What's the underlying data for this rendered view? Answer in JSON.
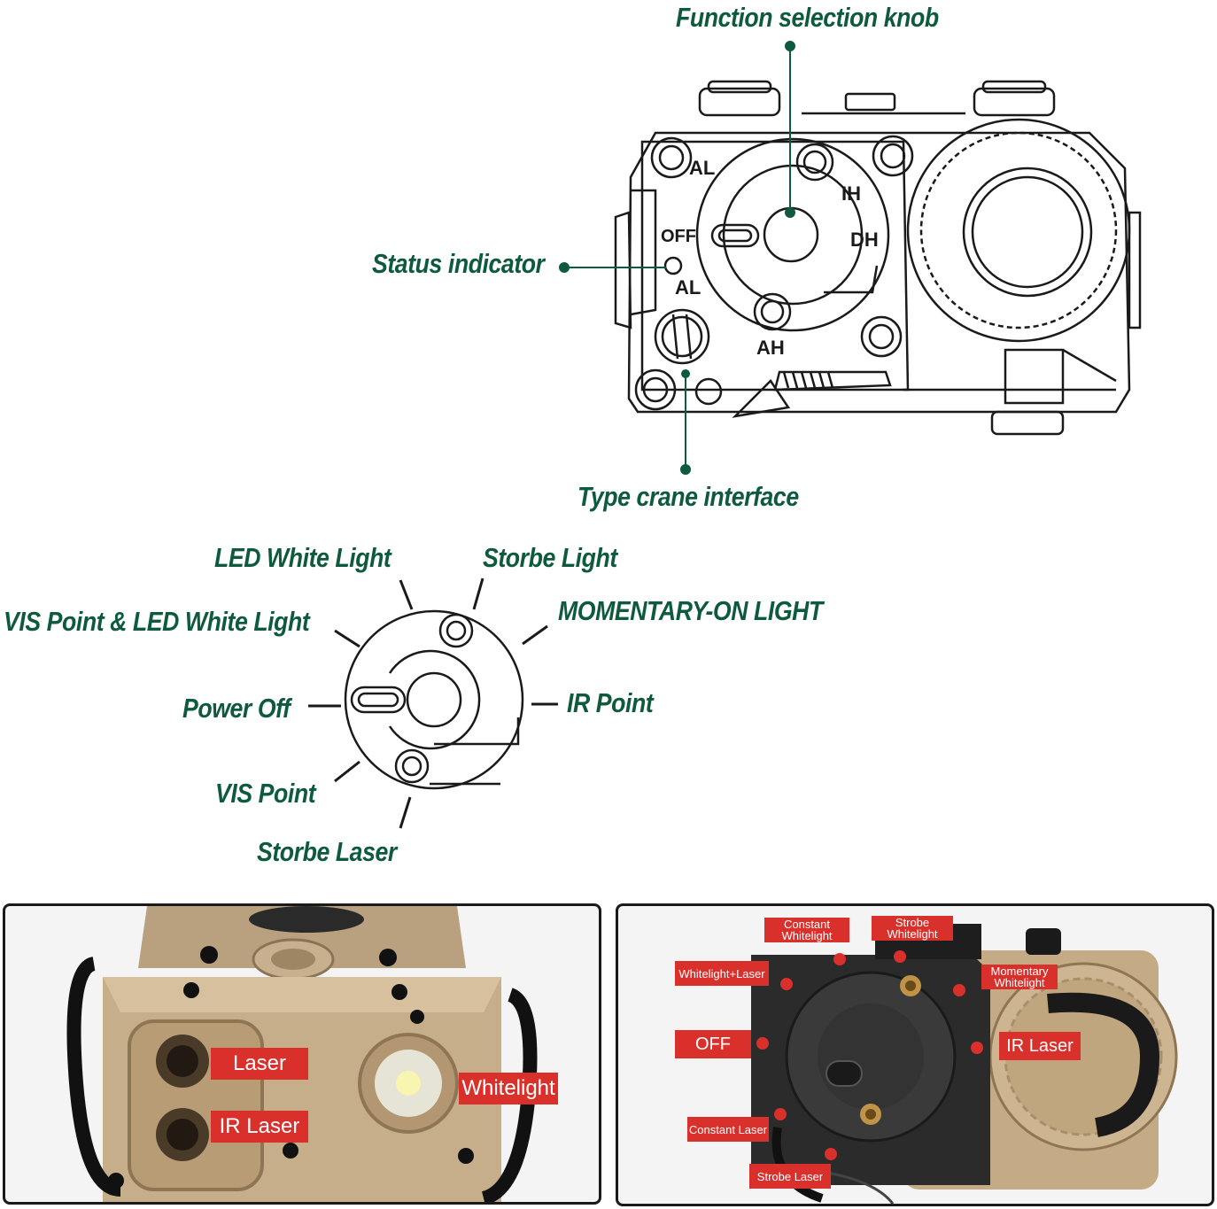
{
  "top_diagram": {
    "labels": {
      "function_knob": "Function selection knob",
      "status_indicator": "Status indicator",
      "type_crane": "Type crane interface"
    },
    "dial_marks": {
      "al_top": "AL",
      "ih": "IH",
      "off": "OFF",
      "dh": "DH",
      "al_bottom": "AL",
      "ah": "AH"
    }
  },
  "knob_diagram": {
    "labels": {
      "led_white": "LED White Light",
      "storbe_light": "Storbe Light",
      "momentary": "MOMENTARY-ON LIGHT",
      "vis_led": "VIS Point & LED White Light",
      "ir_point": "IR Point",
      "power_off": "Power Off",
      "vis_point": "VIS Point",
      "storbe_laser": "Storbe Laser"
    }
  },
  "photo_left": {
    "tags": {
      "laser": "Laser",
      "ir_laser": "IR Laser",
      "whitelight": "Whitelight"
    }
  },
  "photo_right": {
    "tags": {
      "constant_white_1": "Constant",
      "constant_white_2": "Whitelight",
      "strobe_white_1": "Strobe",
      "strobe_white_2": "Whitelight",
      "whitelight_laser": "Whitelight+Laser",
      "momentary_1": "Momentary",
      "momentary_2": "Whitelight",
      "off": "OFF",
      "ir_laser": "IR Laser",
      "constant_laser": "Constant Laser",
      "strobe_laser": "Strobe Laser"
    }
  },
  "colors": {
    "label_green": "#0e5a3e",
    "tag_red": "#d9302c",
    "tan": "#c4ab86",
    "black_body": "#2a2a2a"
  }
}
